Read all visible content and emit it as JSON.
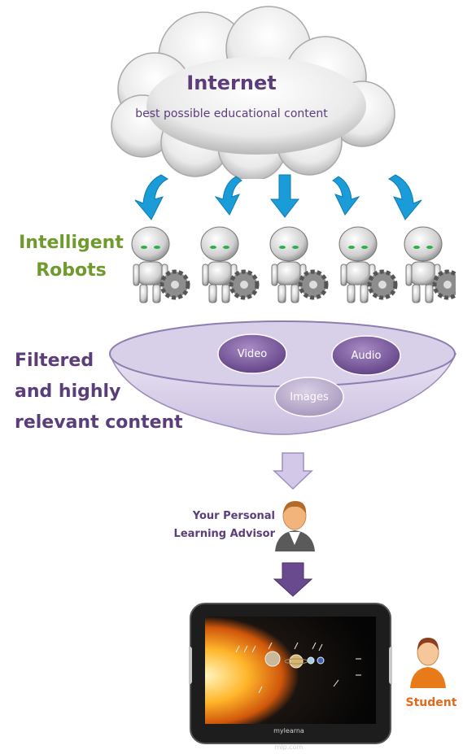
{
  "cloud": {
    "title": "Internet",
    "subtitle": "best possible educational content"
  },
  "robots": {
    "label_line1": "Intelligent",
    "label_line2": "Robots"
  },
  "filter": {
    "label_line1": "Filtered",
    "label_line2": "and highly",
    "label_line3": "relevant content",
    "items": [
      "Video",
      "Audio",
      "Images"
    ]
  },
  "advisor": {
    "label_line1": "Your Personal",
    "label_line2": "Learning Advisor"
  },
  "tablet": {
    "brand": "mylearna",
    "brand_bottom": "mlp.com"
  },
  "student": {
    "label": "Student"
  },
  "colors": {
    "purple": "#5b3d7a",
    "green": "#6f9a2c",
    "blue": "#1a9cd8",
    "orange": "#e0691a",
    "lavender": "#b9a8d6"
  }
}
